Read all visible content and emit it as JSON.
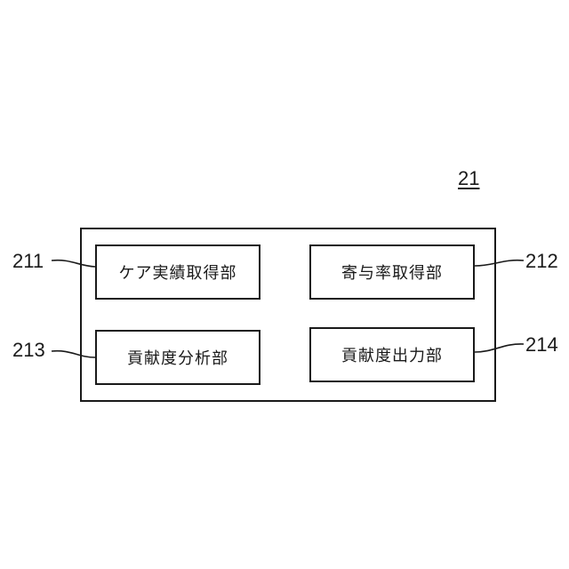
{
  "device": {
    "ref": "21"
  },
  "units": [
    {
      "ref": "211",
      "label": "ケア実績取得部"
    },
    {
      "ref": "212",
      "label": "寄与率取得部"
    },
    {
      "ref": "213",
      "label": "貢献度分析部"
    },
    {
      "ref": "214",
      "label": "貢献度出力部"
    }
  ]
}
